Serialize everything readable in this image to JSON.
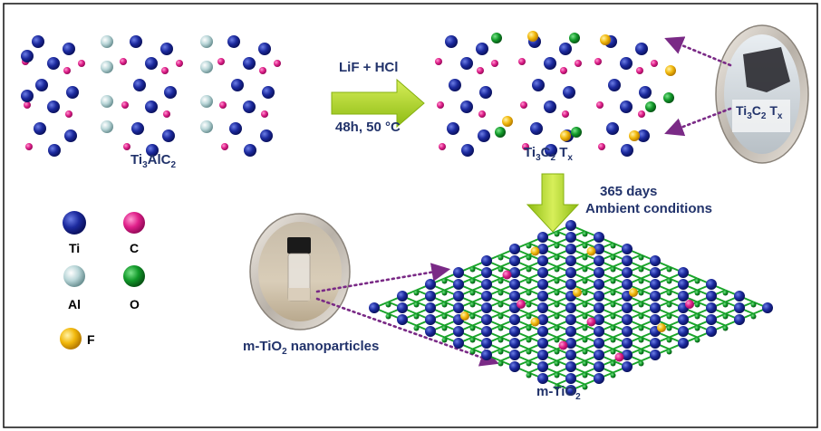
{
  "title_left": {
    "main": "Ti",
    "sub1": "3",
    "mid": "AlC",
    "sub2": "2"
  },
  "reaction": {
    "reagent": "LiF + HCl",
    "condition": "48h, 50 °C"
  },
  "mxene_label": {
    "a": "Ti",
    "s1": "3",
    "b": "C",
    "s2": "2",
    "c": "T",
    "s3": "x"
  },
  "aging": {
    "line1": "365 days",
    "line2": "Ambient conditions"
  },
  "legend": {
    "ti": "Ti",
    "c": "C",
    "al": "Al",
    "o": "O",
    "f": "F"
  },
  "photo_right_label": {
    "a": "Ti",
    "s1": "3",
    "b": "C",
    "s2": "2",
    "c": "T",
    "s3": "x"
  },
  "photo_left_label": {
    "a": "m-TiO",
    "s1": "2",
    "b": " nanoparticles"
  },
  "product_label": {
    "a": "m-TiO",
    "s1": "2"
  },
  "colors": {
    "ti": "#1c2a9e",
    "c": "#e0208a",
    "al": "#b9d6d8",
    "o": "#129a2a",
    "f": "#f2b90d",
    "arrow": "#a6d21e",
    "dotted": "#7a2a86",
    "label": "#22336b"
  }
}
